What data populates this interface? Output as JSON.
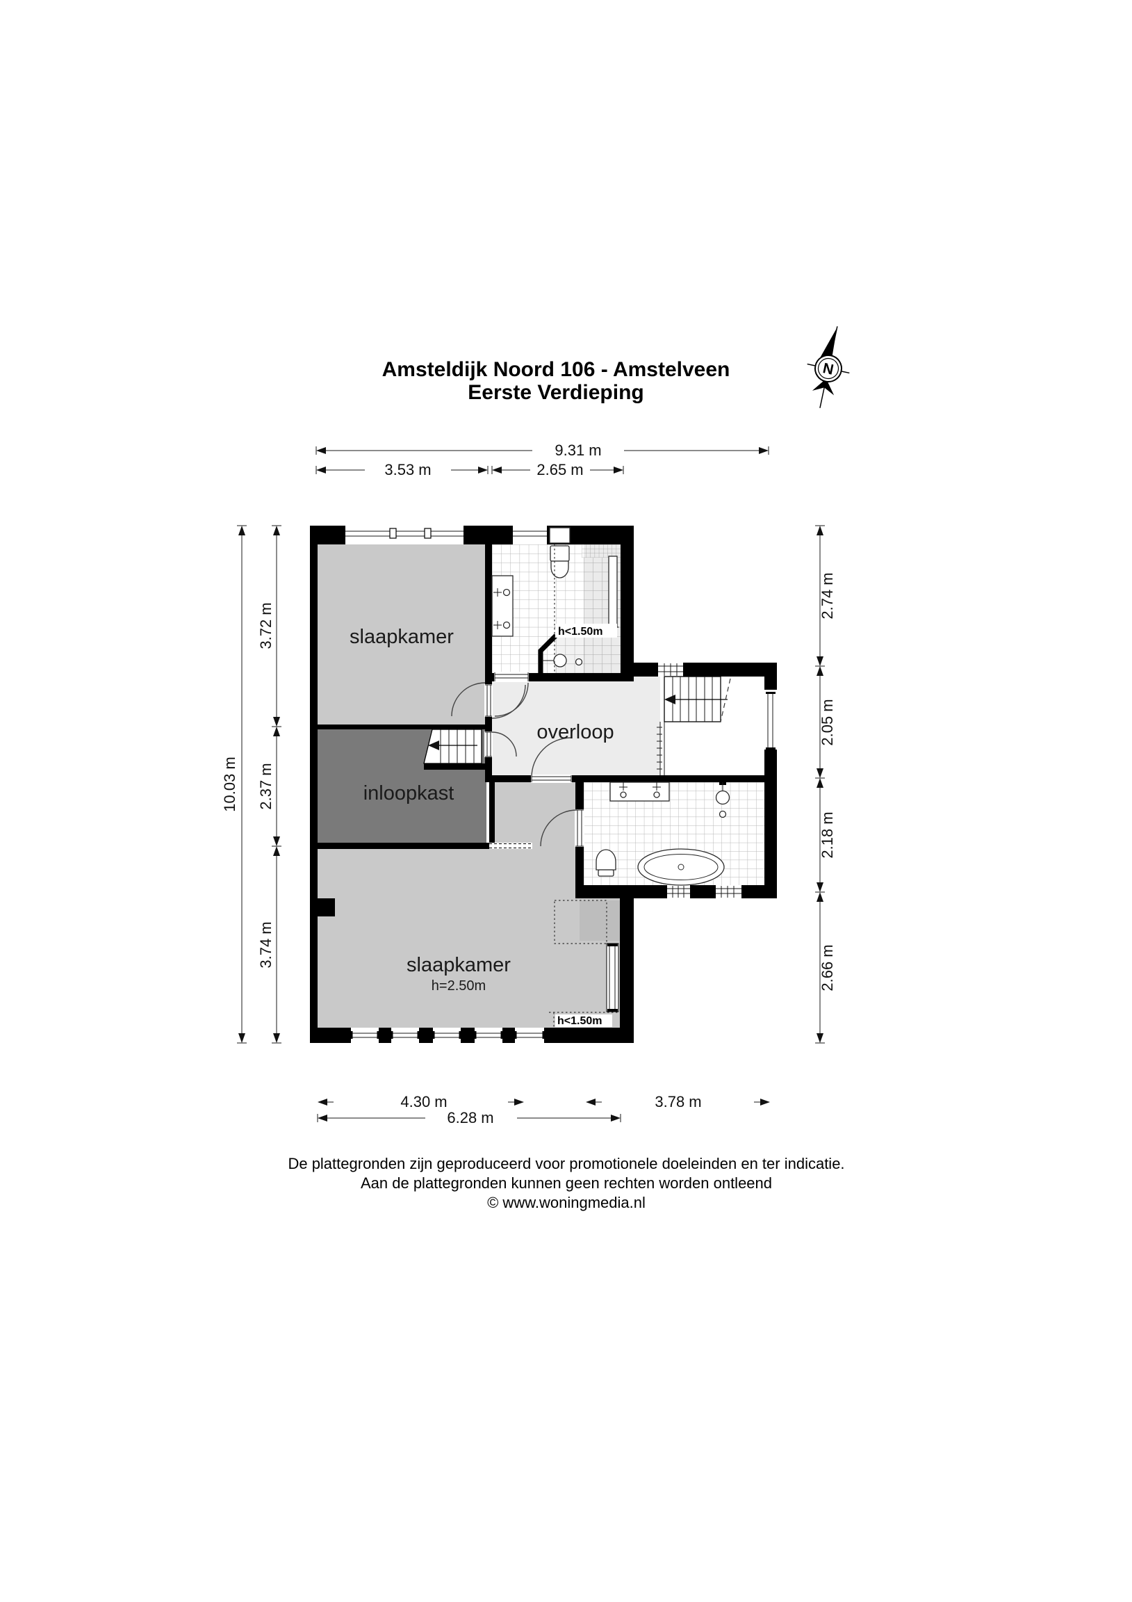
{
  "title": {
    "line1": "Amsteldijk Noord 106 - Amstelveen",
    "line2": "Eerste Verdieping"
  },
  "north_indicator": {
    "letter": "N"
  },
  "rooms": {
    "bedroom_top": {
      "label": "slaapkamer"
    },
    "walk_in_closet": {
      "label": "inloopkast"
    },
    "landing": {
      "label": "overloop"
    },
    "bedroom_bottom": {
      "label": "slaapkamer",
      "ceiling_height": "h=2.50m",
      "low_height_label": "h<1.50m"
    },
    "bathroom_top": {
      "low_height_label": "h<1.50m"
    }
  },
  "dimensions": {
    "top": [
      {
        "label": "9.31 m"
      },
      {
        "label": "3.53 m"
      },
      {
        "label": "2.65 m"
      }
    ],
    "left": [
      {
        "label": "10.03 m"
      },
      {
        "label": "3.72 m"
      },
      {
        "label": "2.37 m"
      },
      {
        "label": "3.74 m"
      }
    ],
    "right": [
      {
        "label": "2.74 m"
      },
      {
        "label": "2.05 m"
      },
      {
        "label": "2.18 m"
      },
      {
        "label": "2.66 m"
      }
    ],
    "bottom": [
      {
        "label": "4.30 m"
      },
      {
        "label": "3.78 m"
      },
      {
        "label": "6.28 m"
      }
    ]
  },
  "footer": {
    "line1": "De plattegronden zijn geproduceerd voor promotionele doeleinden en ter indicatie.",
    "line2": "Aan de plattegronden kunnen geen rechten worden ontleend",
    "line3": "© www.woningmedia.nl"
  },
  "colors": {
    "wall": "#000000",
    "bedroom_fill": "#c9c9c9",
    "closet_fill": "#7a7a7a",
    "landing_fill": "#ececec",
    "furniture_fill": "#bdbdbd",
    "tile_line": "#b8b8b8"
  }
}
